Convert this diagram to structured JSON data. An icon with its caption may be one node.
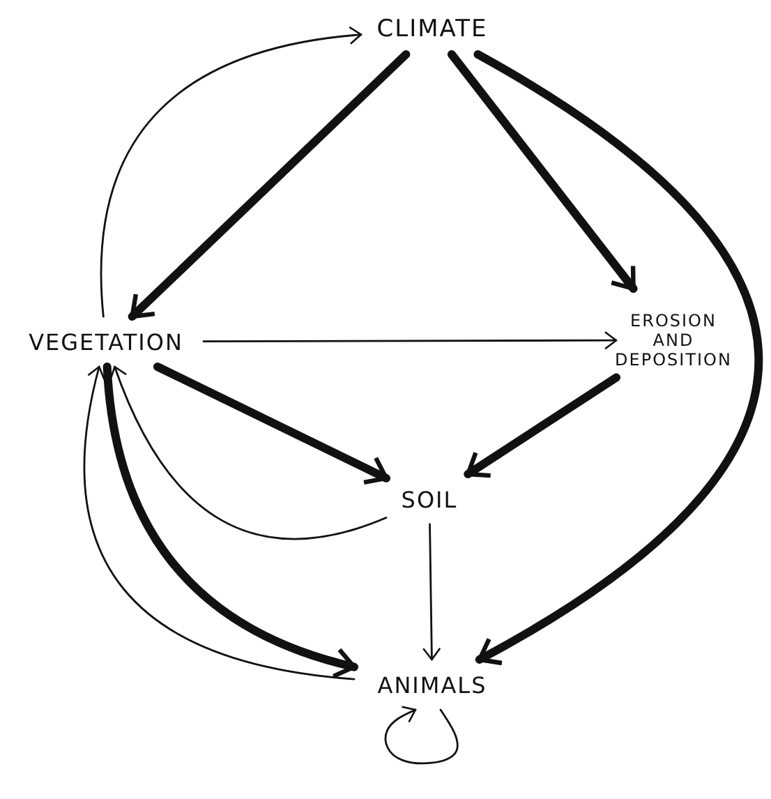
{
  "diagram": {
    "nodes": [
      {
        "text": [
          "CLIMATE"
        ]
      },
      {
        "text": [
          "VEGETATION"
        ]
      },
      {
        "text": [
          "EROSION AND DEPOSITION"
        ]
      },
      {
        "text": [
          "SOIL"
        ]
      },
      {
        "text": [
          "ANIMALS"
        ]
      }
    ],
    "edges": [
      {
        "from": 1,
        "to": 0,
        "arrow": "to"
      },
      {
        "from": 0,
        "to": 1,
        "arrow": "to",
        "style": "thick"
      },
      {
        "from": 0,
        "to": 2,
        "arrow": "to",
        "style": "thick"
      },
      {
        "from": 0,
        "to": 4,
        "arrow": "to",
        "style": "thick"
      },
      {
        "from": 1,
        "to": 2,
        "arrow": "to"
      },
      {
        "from": 1,
        "to": 3,
        "arrow": "to",
        "style": "thick"
      },
      {
        "from": 2,
        "to": 3,
        "arrow": "to",
        "style": "thick"
      },
      {
        "from": 3,
        "to": 1,
        "arrow": "to"
      },
      {
        "from": 3,
        "to": 4,
        "arrow": "to"
      },
      {
        "from": 1,
        "to": 4,
        "arrow": "to",
        "style": "thick"
      },
      {
        "from": 4,
        "to": 1,
        "arrow": "to"
      },
      {
        "from": 4,
        "to": 4,
        "arrow": "to"
      }
    ]
  }
}
